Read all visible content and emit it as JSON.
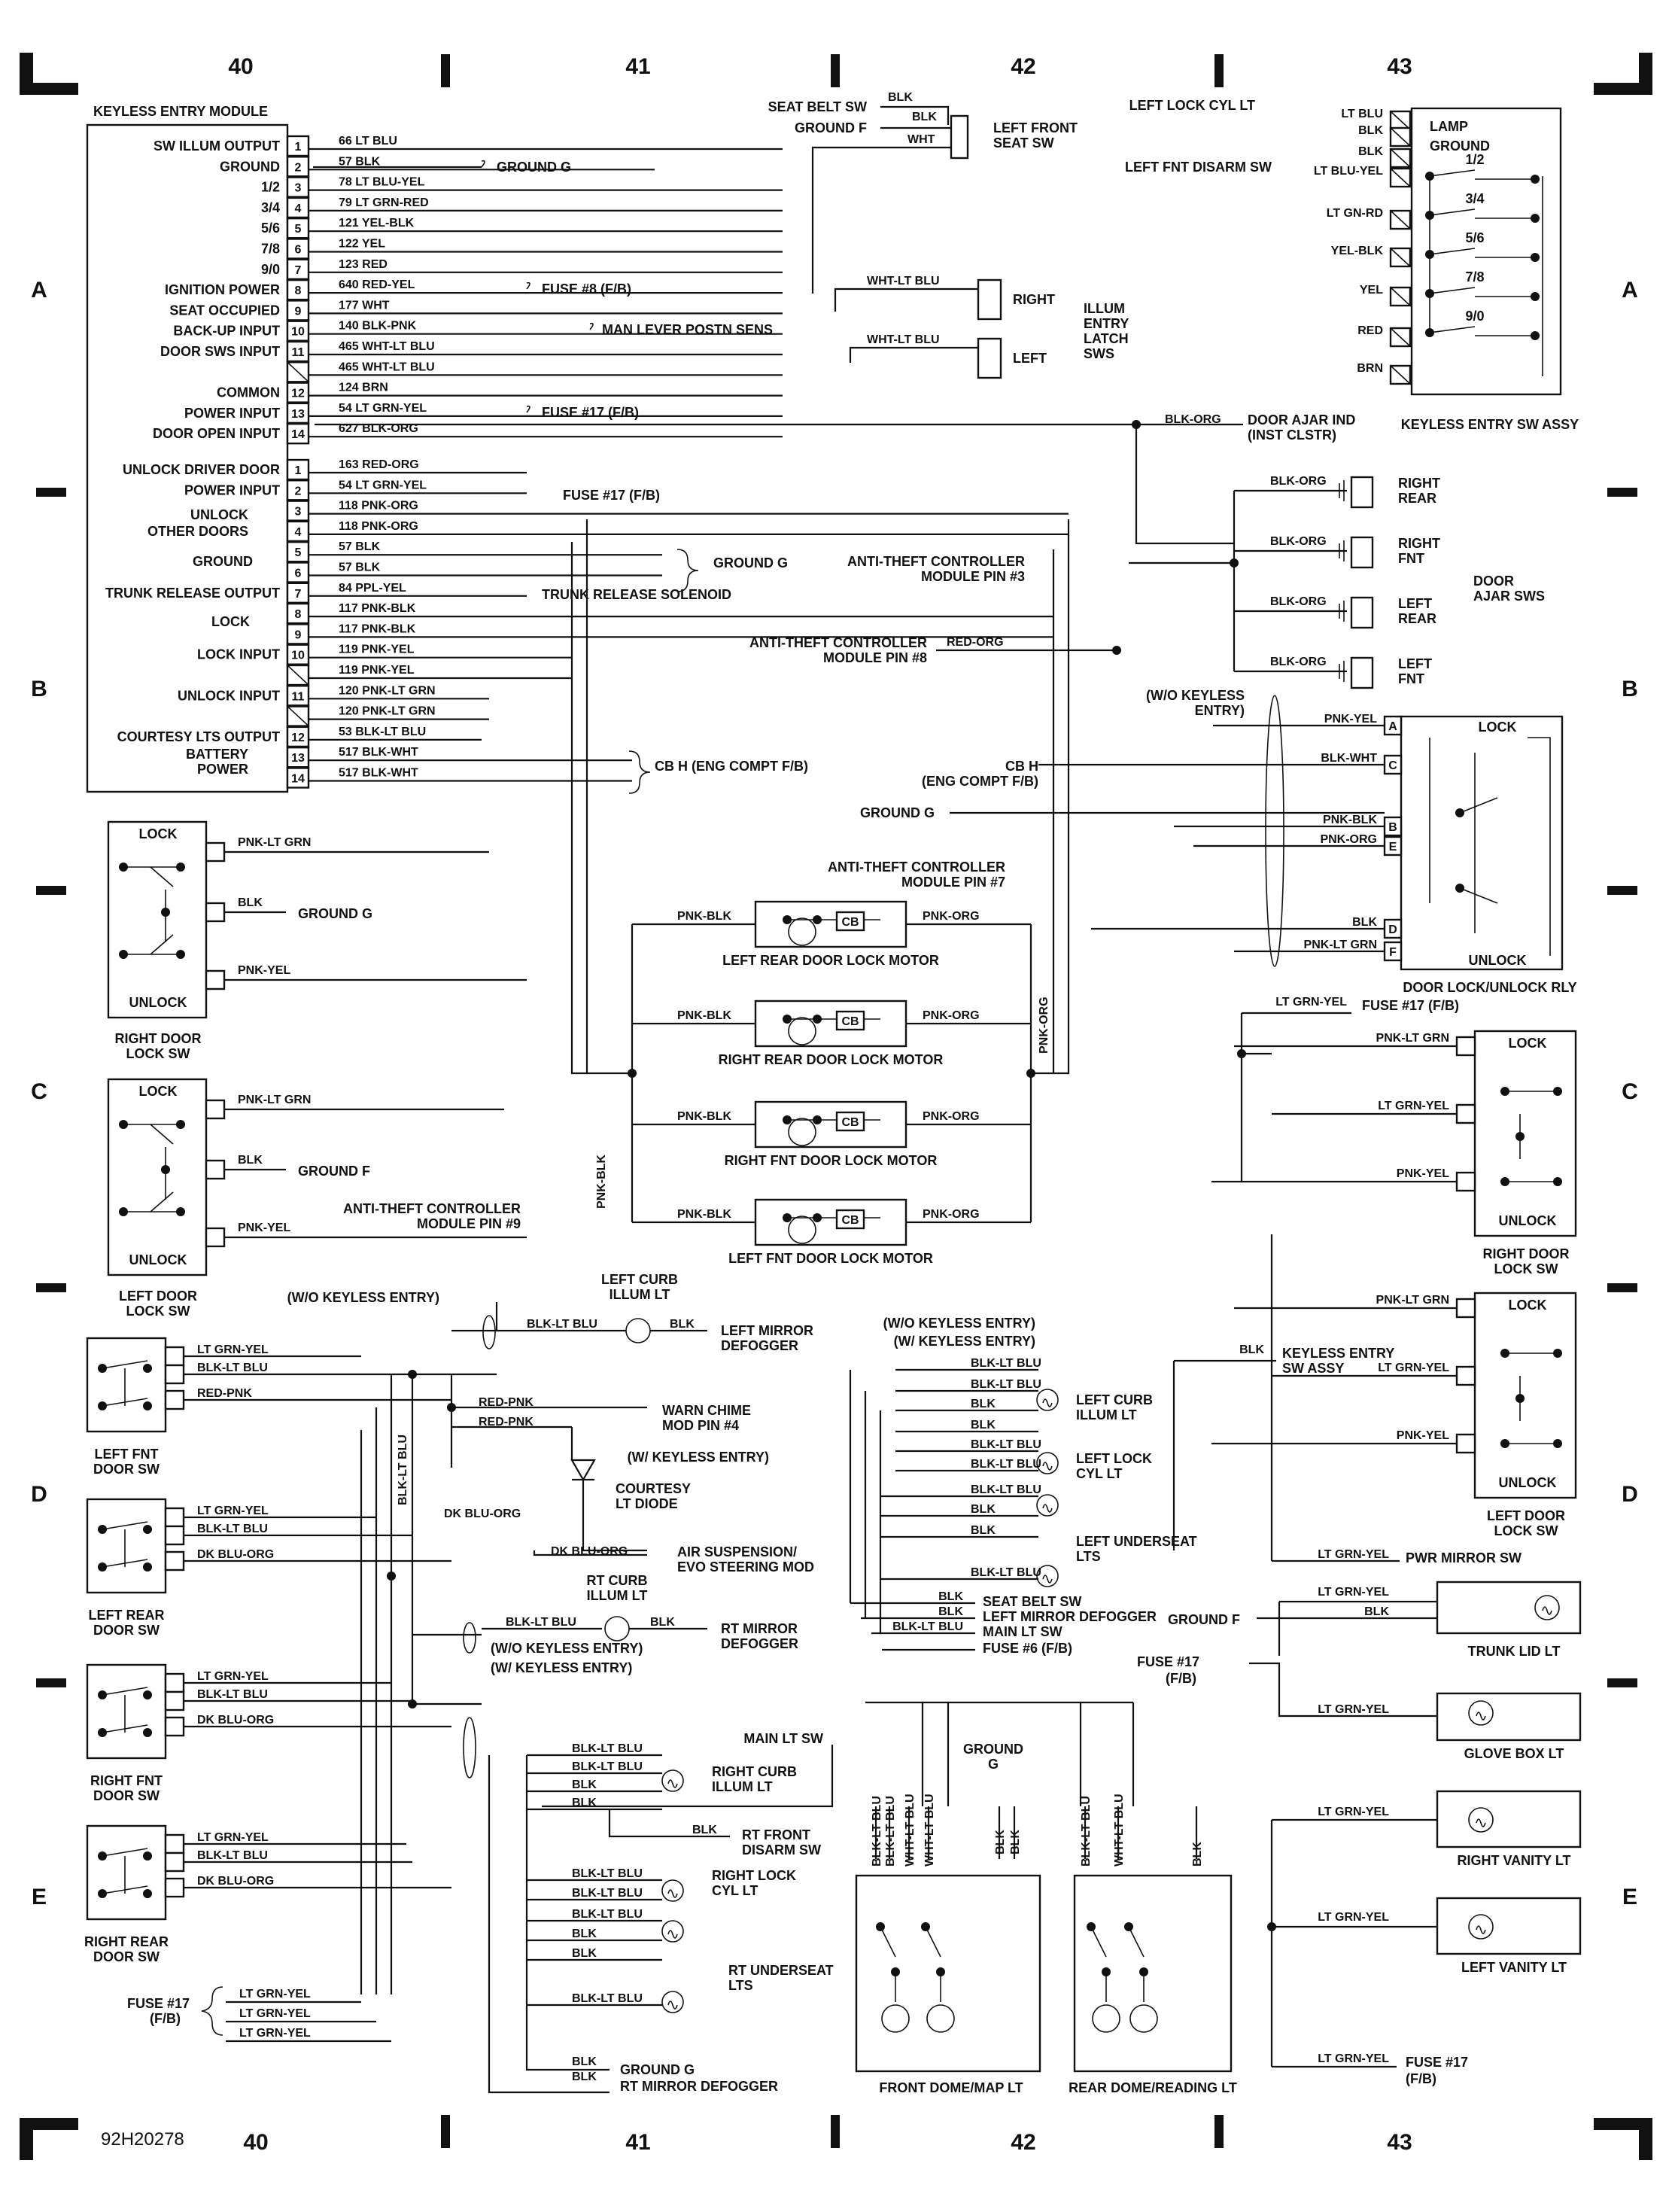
{
  "diagram_code": "92H20278",
  "grid_columns": [
    "40",
    "41",
    "42",
    "43"
  ],
  "grid_rows": [
    "A",
    "B",
    "C",
    "D",
    "E"
  ],
  "keyless_module": {
    "title": "KEYLESS ENTRY MODULE",
    "conn1": [
      {
        "pin": "1",
        "label": "SW ILLUM OUTPUT",
        "wire": "66 LT BLU"
      },
      {
        "pin": "2",
        "label": "GROUND",
        "wire": "57 BLK"
      },
      {
        "pin": "3",
        "label": "1/2",
        "wire": "78 LT BLU-YEL"
      },
      {
        "pin": "4",
        "label": "3/4",
        "wire": "79 LT GRN-RED"
      },
      {
        "pin": "5",
        "label": "5/6",
        "wire": "121 YEL-BLK"
      },
      {
        "pin": "6",
        "label": "7/8",
        "wire": "122 YEL"
      },
      {
        "pin": "7",
        "label": "9/0",
        "wire": "123 RED"
      },
      {
        "pin": "8",
        "label": "IGNITION POWER",
        "wire": "640 RED-YEL"
      },
      {
        "pin": "9",
        "label": "SEAT OCCUPIED",
        "wire": "177 WHT"
      },
      {
        "pin": "10",
        "label": "BACK-UP INPUT",
        "wire": "140 BLK-PNK"
      },
      {
        "pin": "11",
        "label": "DOOR SWS INPUT",
        "wire": "465 WHT-LT BLU"
      },
      {
        "pin": "",
        "label": "",
        "wire": "465 WHT-LT BLU"
      },
      {
        "pin": "12",
        "label": "COMMON",
        "wire": "124 BRN"
      },
      {
        "pin": "13",
        "label": "POWER INPUT",
        "wire": "54 LT GRN-YEL"
      },
      {
        "pin": "14",
        "label": "DOOR OPEN INPUT",
        "wire": "627 BLK-ORG"
      }
    ],
    "conn2": [
      {
        "pin": "1",
        "label": "UNLOCK DRIVER DOOR",
        "wire": "163 RED-ORG"
      },
      {
        "pin": "2",
        "label": "POWER INPUT",
        "wire": "54 LT GRN-YEL"
      },
      {
        "pin": "3",
        "label": "",
        "wire": "118 PNK-ORG"
      },
      {
        "pin": "4",
        "label": "",
        "wire": "118 PNK-ORG"
      },
      {
        "pin": "5",
        "label": "",
        "wire": "57 BLK"
      },
      {
        "pin": "6",
        "label": "",
        "wire": "57 BLK"
      },
      {
        "pin": "7",
        "label": "TRUNK RELEASE OUTPUT",
        "wire": "84 PPL-YEL"
      },
      {
        "pin": "8",
        "label": "",
        "wire": "117 PNK-BLK"
      },
      {
        "pin": "9",
        "label": "",
        "wire": "117 PNK-BLK"
      },
      {
        "pin": "10",
        "label": "LOCK INPUT",
        "wire": "119 PNK-YEL"
      },
      {
        "pin": "",
        "label": "",
        "wire": "119 PNK-YEL"
      },
      {
        "pin": "11",
        "label": "UNLOCK INPUT",
        "wire": "120 PNK-LT GRN"
      },
      {
        "pin": "",
        "label": "",
        "wire": "120 PNK-LT GRN"
      },
      {
        "pin": "12",
        "label": "COURTESY LTS OUTPUT",
        "wire": "53 BLK-LT BLU"
      },
      {
        "pin": "13",
        "label": "",
        "wire": "517 BLK-WHT"
      },
      {
        "pin": "14",
        "label": "",
        "wire": "517 BLK-WHT"
      }
    ],
    "group_labels": {
      "unlock_other": "UNLOCK",
      "unlock_other2": "OTHER DOORS",
      "ground": "GROUND",
      "lock": "LOCK",
      "battery": "BATTERY",
      "battery2": "POWER"
    }
  },
  "wire_dest": {
    "ground_g": "GROUND G",
    "fuse8": "FUSE #8 (F/B)",
    "man_lever": "MAN LEVER POSTN SENS",
    "fuse17": "FUSE #17 (F/B)",
    "fuse17b": "FUSE #17 (F/B)",
    "ground_g2": "GROUND G",
    "trunk_sol": "TRUNK RELEASE SOLENOID",
    "cbh": "CB H (ENG COMPT F/B)"
  },
  "seat_belt": {
    "sw": "SEAT BELT SW",
    "ground": "GROUND F",
    "blk1": "BLK",
    "blk2": "BLK",
    "wht": "WHT",
    "name1": "LEFT FRONT",
    "name2": "SEAT SW"
  },
  "illum_latch": {
    "wire_r": "WHT-LT BLU",
    "wire_l": "WHT-LT BLU",
    "right": "RIGHT",
    "left": "LEFT",
    "n1": "ILLUM",
    "n2": "ENTRY",
    "n3": "LATCH",
    "n4": "SWS"
  },
  "kesa": {
    "title": "KEYLESS ENTRY SW ASSY",
    "lock_cyl": "LEFT LOCK CYL LT",
    "disarm": "LEFT FNT DISARM SW",
    "lamp": "LAMP",
    "ground": "GROUND",
    "labels": [
      "1/2",
      "3/4",
      "5/6",
      "7/8",
      "9/0"
    ],
    "wires": [
      "LT BLU",
      "BLK",
      "BLK",
      "LT BLU-YEL",
      "LT GN-RD",
      "YEL-BLK",
      "YEL",
      "RED",
      "BRN"
    ]
  },
  "door_ajar": {
    "ind1": "DOOR AJAR IND",
    "ind2": "(INST CLSTR)",
    "blkorg": "BLK-ORG",
    "wires": [
      "BLK-ORG",
      "BLK-ORG",
      "BLK-ORG",
      "BLK-ORG",
      "BLK-ORG",
      "BLK-ORG"
    ],
    "names": [
      "RIGHT",
      "REAR",
      "RIGHT",
      "FNT",
      "LEFT",
      "REAR",
      "LEFT",
      "FNT"
    ],
    "group1": "DOOR",
    "group2": "AJAR SWS"
  },
  "anti_theft": {
    "m3a": "ANTI-THEFT CONTROLLER",
    "m3b": "MODULE PIN #3",
    "m8a": "ANTI-THEFT CONTROLLER",
    "m8b": "MODULE PIN #8",
    "m7a": "ANTI-THEFT CONTROLLER",
    "m7b": "MODULE PIN #7",
    "m9a": "ANTI-THEFT CONTROLLER",
    "m9b": "MODULE PIN #9",
    "red_org": "RED-ORG"
  },
  "relay": {
    "title": "DOOR LOCK/UNLOCK RLY",
    "wo1": "(W/O KEYLESS",
    "wo2": "ENTRY)",
    "lock": "LOCK",
    "unlock": "UNLOCK",
    "pins": [
      "A",
      "C",
      "B",
      "E",
      "D",
      "F"
    ],
    "wires": [
      "PNK-YEL",
      "BLK-WHT",
      "PNK-BLK",
      "PNK-ORG",
      "BLK",
      "PNK-LT GRN"
    ],
    "cbh1": "CB H",
    "cbh2": "(ENG COMPT F/B)",
    "groundg": "GROUND G"
  },
  "motors": [
    {
      "name": "LEFT REAR DOOR LOCK MOTOR",
      "l": "PNK-BLK",
      "r": "PNK-ORG",
      "cb": "CB"
    },
    {
      "name": "RIGHT REAR DOOR LOCK MOTOR",
      "l": "PNK-BLK",
      "r": "PNK-ORG",
      "cb": "CB"
    },
    {
      "name": "RIGHT FNT DOOR LOCK MOTOR",
      "l": "PNK-BLK",
      "r": "PNK-ORG",
      "cb": "CB"
    },
    {
      "name": "LEFT FNT DOOR LOCK MOTOR",
      "l": "PNK-BLK",
      "r": "PNK-ORG",
      "cb": "CB"
    }
  ],
  "motor_vert": {
    "pnk_blk": "PNK-BLK",
    "pnk_org": "PNK-ORG"
  },
  "left_lock_sws": [
    {
      "name1": "RIGHT DOOR",
      "name2": "LOCK SW",
      "lock": "LOCK",
      "unlock": "UNLOCK",
      "w1": "PNK-LT GRN",
      "w2": "BLK",
      "w3": "PNK-YEL",
      "gnd": "GROUND G"
    },
    {
      "name1": "LEFT DOOR",
      "name2": "LOCK SW",
      "lock": "LOCK",
      "unlock": "UNLOCK",
      "w1": "PNK-LT GRN",
      "w2": "BLK",
      "w3": "PNK-YEL",
      "gnd": "GROUND F"
    }
  ],
  "right_lock_sws": [
    {
      "name1": "RIGHT DOOR",
      "name2": "LOCK SW",
      "lock": "LOCK",
      "unlock": "UNLOCK",
      "w0": "LT GRN-YEL",
      "fuse": "FUSE #17 (F/B)",
      "w1": "PNK-LT GRN",
      "w2": "LT GRN-YEL",
      "w3": "PNK-YEL"
    },
    {
      "name1": "LEFT DOOR",
      "name2": "LOCK SW",
      "lock": "LOCK",
      "unlock": "UNLOCK",
      "w1": "PNK-LT GRN",
      "blk": "BLK",
      "kes1": "KEYLESS ENTRY",
      "kes2": "SW ASSY",
      "w2": "LT GRN-YEL",
      "w3": "PNK-YEL"
    }
  ],
  "door_sws": [
    {
      "name1": "LEFT FNT",
      "name2": "DOOR SW",
      "w": [
        "LT GRN-YEL",
        "BLK-LT BLU",
        "RED-PNK"
      ]
    },
    {
      "name1": "LEFT REAR",
      "name2": "DOOR SW",
      "w": [
        "LT GRN-YEL",
        "BLK-LT BLU",
        "DK BLU-ORG"
      ]
    },
    {
      "name1": "RIGHT FNT",
      "name2": "DOOR SW",
      "w": [
        "LT GRN-YEL",
        "BLK-LT BLU",
        "DK BLU-ORG"
      ]
    },
    {
      "name1": "RIGHT REAR",
      "name2": "DOOR SW",
      "w": [
        "LT GRN-YEL",
        "BLK-LT BLU",
        "DK BLU-ORG"
      ]
    }
  ],
  "lower_left": {
    "wo_keyless": "(W/O KEYLESS ENTRY)",
    "curb1": "LEFT CURB",
    "curb2": "ILLUM LT",
    "blkltblu": "BLK-LT BLU",
    "blk": "BLK",
    "mirror1": "LEFT MIRROR",
    "mirror2": "DEFOGGER",
    "redpnk1": "RED-PNK",
    "redpnk2": "RED-PNK",
    "chime1": "WARN CHIME",
    "chime2": "MOD PIN #4",
    "w_keyless": "(W/ KEYLESS ENTRY)",
    "diode1": "COURTESY",
    "diode2": "LT DIODE",
    "dkbluorg": "DK BLU-ORG",
    "dkbluorg2": "DK BLU-ORG",
    "air1": "AIR SUSPENSION/",
    "air2": "EVO STEERING MOD",
    "rtcurb1": "RT CURB",
    "rtcurb2": "ILLUM LT",
    "blkltblu2": "BLK-LT BLU",
    "blk2": "BLK",
    "rtmirror1": "RT MIRROR",
    "rtmirror2": "DEFOGGER",
    "wo2": "(W/O KEYLESS ENTRY)",
    "w2": "(W/ KEYLESS ENTRY)",
    "vert": "BLK-LT BLU",
    "fuse1": "FUSE #17",
    "fuse2": "(F/B)",
    "fw": [
      "LT GRN-YEL",
      "LT GRN-YEL",
      "LT GRN-YEL"
    ]
  },
  "center_lts": {
    "wo": "(W/O KEYLESS ENTRY)",
    "w": "(W/ KEYLESS ENTRY)",
    "w1": [
      "BLK-LT BLU",
      "BLK-LT BLU",
      "BLK",
      "BLK"
    ],
    "lcurb1": "LEFT CURB",
    "lcurb2": "ILLUM LT",
    "w2": [
      "BLK-LT BLU",
      "BLK-LT BLU"
    ],
    "lcyl1": "LEFT LOCK",
    "lcyl2": "CYL LT",
    "w3": [
      "BLK-LT BLU",
      "BLK",
      "BLK",
      "BLK-LT BLU"
    ],
    "under1": "LEFT UNDERSEAT",
    "under2": "LTS",
    "bottom": [
      {
        "w": "BLK",
        "dest": "SEAT BELT SW"
      },
      {
        "w": "BLK",
        "dest": "LEFT MIRROR DEFOGGER"
      },
      {
        "w": "BLK-LT BLU",
        "dest": "MAIN LT SW"
      },
      {
        "w": "",
        "dest": "FUSE #6 (F/B)"
      }
    ]
  },
  "rt_lts": {
    "mainlt": "MAIN LT SW",
    "w1": [
      "BLK-LT BLU",
      "BLK-LT BLU",
      "BLK",
      "BLK"
    ],
    "curb1": "RIGHT CURB",
    "curb2": "ILLUM LT",
    "blk": "BLK",
    "dis1": "RT FRONT",
    "dis2": "DISARM SW",
    "w2": [
      "BLK-LT BLU",
      "BLK-LT BLU"
    ],
    "cyl1": "RIGHT LOCK",
    "cyl2": "CYL LT",
    "w3": [
      "BLK-LT BLU",
      "BLK",
      "BLK",
      "BLK-LT BLU"
    ],
    "under1": "RT UNDERSEAT",
    "under2": "LTS",
    "b1": "BLK",
    "b2": "BLK",
    "g": "GROUND G",
    "rm": "RT MIRROR DEFOGGER"
  },
  "dome": {
    "ground1": "GROUND",
    "ground2": "G",
    "front": "FRONT DOME/MAP LT",
    "rear": "REAR DOME/READING LT",
    "fw": [
      "BLK-LT BLU",
      "BLK-LT BLU",
      "WHT-LT BLU",
      "WHT-LT BLU",
      "BLK",
      "BLK"
    ],
    "rw": [
      "BLK-LT BLU",
      "WHT-LT BLU",
      "BLK"
    ]
  },
  "right_lts": {
    "pwr_w": "LT GRN-YEL",
    "pwr": "PWR MIRROR SW",
    "trunk_w": [
      "LT GRN-YEL",
      "BLK"
    ],
    "trunk_gnd": "GROUND F",
    "trunk": "TRUNK LID LT",
    "fuse1": "FUSE #17",
    "fuse2": "(F/B)",
    "glove_w": "LT GRN-YEL",
    "glove": "GLOVE BOX LT",
    "rv_w": "LT GRN-YEL",
    "rv": "RIGHT VANITY LT",
    "lv_w": "LT GRN-YEL",
    "lv": "LEFT VANITY LT",
    "bf_w": "LT GRN-YEL",
    "bf1": "FUSE #17",
    "bf2": "(F/B)"
  }
}
